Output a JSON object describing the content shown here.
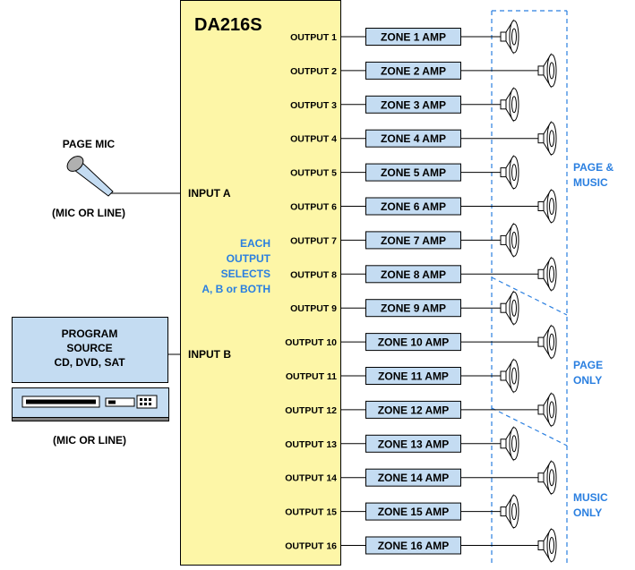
{
  "device": {
    "title": "DA216S"
  },
  "inputs": {
    "page_mic": {
      "title": "PAGE MIC",
      "note": "(MIC OR LINE)",
      "input_label": "INPUT A"
    },
    "program": {
      "lines": [
        "PROGRAM",
        "SOURCE",
        "CD, DVD, SAT"
      ],
      "note": "(MIC OR LINE)",
      "input_label": "INPUT B"
    }
  },
  "center_note": {
    "lines": [
      "EACH",
      "OUTPUT",
      "SELECTS",
      "A, B or BOTH"
    ]
  },
  "outputs": [
    {
      "label": "OUTPUT 1",
      "amp": "ZONE 1 AMP"
    },
    {
      "label": "OUTPUT 2",
      "amp": "ZONE 2 AMP"
    },
    {
      "label": "OUTPUT 3",
      "amp": "ZONE 3 AMP"
    },
    {
      "label": "OUTPUT 4",
      "amp": "ZONE 4 AMP"
    },
    {
      "label": "OUTPUT 5",
      "amp": "ZONE 5 AMP"
    },
    {
      "label": "OUTPUT 6",
      "amp": "ZONE 6 AMP"
    },
    {
      "label": "OUTPUT 7",
      "amp": "ZONE 7 AMP"
    },
    {
      "label": "OUTPUT 8",
      "amp": "ZONE 8 AMP"
    },
    {
      "label": "OUTPUT 9",
      "amp": "ZONE 9 AMP"
    },
    {
      "label": "OUTPUT 10",
      "amp": "ZONE 10 AMP"
    },
    {
      "label": "OUTPUT 11",
      "amp": "ZONE 11 AMP"
    },
    {
      "label": "OUTPUT 12",
      "amp": "ZONE 12 AMP"
    },
    {
      "label": "OUTPUT 13",
      "amp": "ZONE 13 AMP"
    },
    {
      "label": "OUTPUT 14",
      "amp": "ZONE 14 AMP"
    },
    {
      "label": "OUTPUT 15",
      "amp": "ZONE 15 AMP"
    },
    {
      "label": "OUTPUT 16",
      "amp": "ZONE 16 AMP"
    }
  ],
  "zone_groups": [
    {
      "lines": [
        "PAGE &",
        "MUSIC"
      ]
    },
    {
      "lines": [
        "PAGE",
        "ONLY"
      ]
    },
    {
      "lines": [
        "MUSIC",
        "ONLY"
      ]
    }
  ],
  "colors": {
    "device_fill": "#fdf6a7",
    "amp_fill": "#c4dcf2",
    "program_fill": "#c4dcf2",
    "accent_blue": "#2a7fe0",
    "line": "#000000"
  },
  "icons": {
    "mic": "microphone-icon",
    "player": "dvd-player-icon",
    "speaker": "speaker-icon"
  }
}
